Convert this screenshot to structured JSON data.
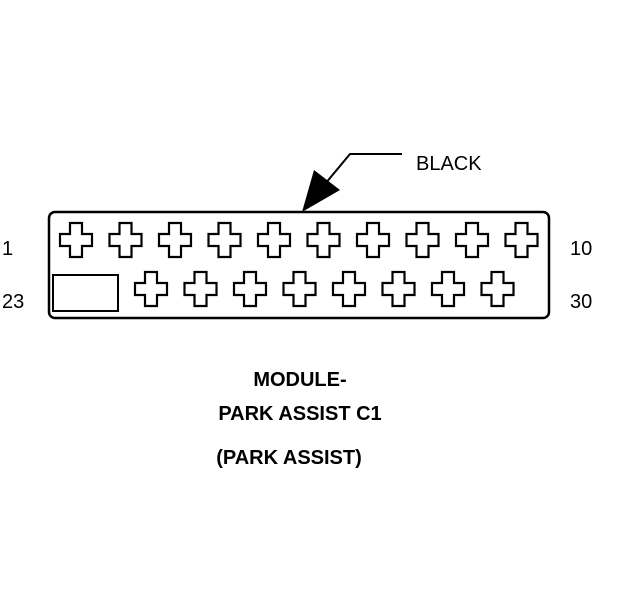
{
  "connector": {
    "wire_color_label": "BLACK",
    "row1_start_pin": "1",
    "row1_end_pin": "10",
    "row2_start_pin": "23",
    "row2_end_pin": "30",
    "row1_cavity_count": 10,
    "row2_cavity_count": 8
  },
  "caption": {
    "line1": "MODULE-",
    "line2": "PARK ASSIST C1",
    "line3": "(PARK ASSIST)"
  }
}
